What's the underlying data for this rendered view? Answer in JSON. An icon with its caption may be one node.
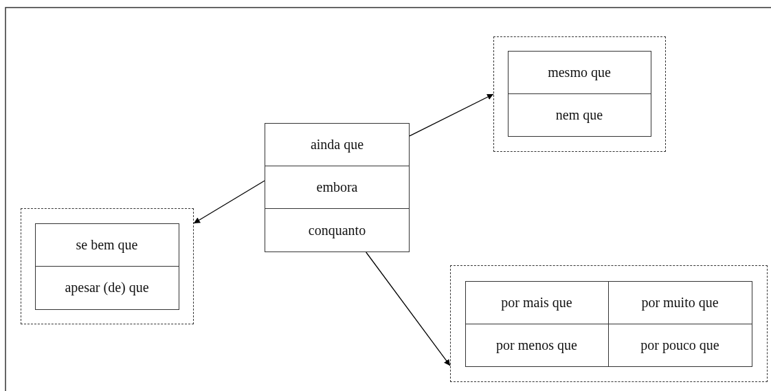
{
  "diagram": {
    "nodes": [
      {
        "text": [],
        "shape": "box"
      },
      {
        "text": [
          "mesmo que"
        ],
        "in": 0
      },
      {
        "text": [
          "nem que"
        ],
        "in": 0
      },
      {
        "text": [
          "ainda que"
        ]
      },
      {
        "text": [
          "embora"
        ]
      },
      {
        "text": [
          "conquanto"
        ]
      },
      {
        "text": [],
        "shape": "box"
      },
      {
        "text": [
          "se bem que"
        ],
        "in": 6
      },
      {
        "text": [
          "apesar (de) que"
        ],
        "in": 6
      },
      {
        "text": [],
        "shape": "box"
      },
      {
        "text": [
          "por mais que"
        ],
        "in": 9
      },
      {
        "text": [
          "por muito que"
        ],
        "in": 9
      },
      {
        "text": [
          "por menos que"
        ],
        "in": 9
      },
      {
        "text": [
          "por pouco que"
        ],
        "in": 9
      }
    ],
    "edges": [
      {
        "from": 3,
        "to": 0,
        "arrow": "to"
      },
      {
        "from": 4,
        "to": 6,
        "arrow": "to"
      },
      {
        "from": 5,
        "to": 9,
        "arrow": "to"
      }
    ]
  }
}
